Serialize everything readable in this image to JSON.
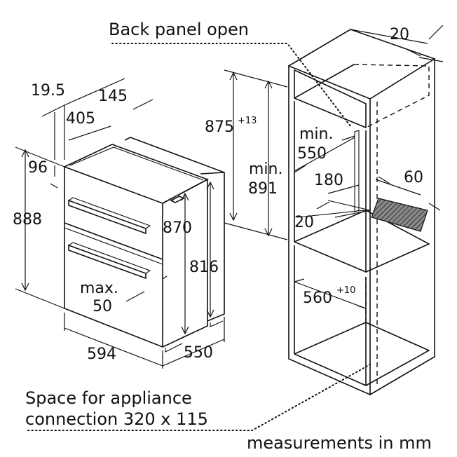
{
  "labels": {
    "back_panel": "Back panel open",
    "d_20_top": "20",
    "d_19_5": "19.5",
    "d_145": "145",
    "d_405": "405",
    "d_875": "875",
    "d_875_tol": "+13",
    "d_min_550_a": "min.",
    "d_min_550_b": "550",
    "d_min_891_a": "min.",
    "d_min_891_b": "891",
    "d_96": "96",
    "d_180": "180",
    "d_60": "60",
    "d_888": "888",
    "d_870": "870",
    "d_20_mid": "20",
    "d_816": "816",
    "d_max50_a": "max.",
    "d_max50_b": "50",
    "d_560": "560",
    "d_560_tol": "+10",
    "d_594": "594",
    "d_550": "550",
    "space_line1": "Space for appliance",
    "space_line2": "connection 320 x 115",
    "units": "measurements in mm"
  }
}
